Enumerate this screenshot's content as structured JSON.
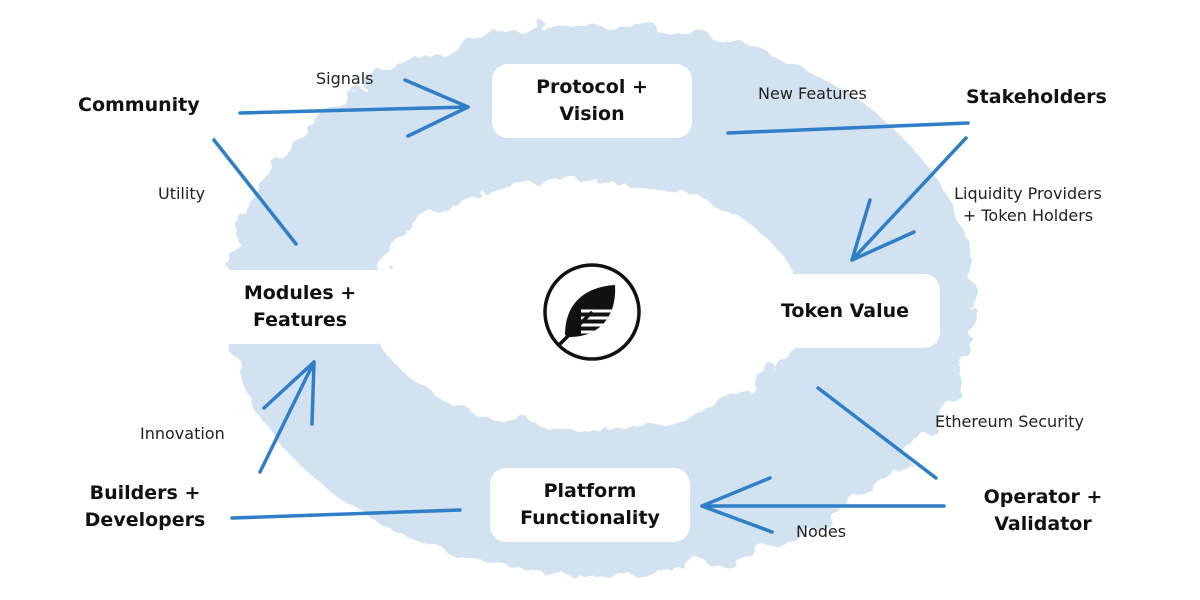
{
  "colors": {
    "arrow": "#2f7fc8",
    "cloud": "#d2e2f1",
    "text": "#111111"
  },
  "nodes": {
    "protocol_vision": {
      "lines": [
        "Protocol +",
        "Vision"
      ]
    },
    "token_value": {
      "lines": [
        "Token Value"
      ]
    },
    "platform_functionality": {
      "lines": [
        "Platform",
        "Functionality"
      ]
    },
    "modules_features": {
      "lines": [
        "Modules +",
        "Features"
      ]
    },
    "community": {
      "lines": [
        "Community"
      ]
    },
    "stakeholders": {
      "lines": [
        "Stakeholders"
      ]
    },
    "operator_validator": {
      "lines": [
        "Operator +",
        "Validator"
      ]
    },
    "builders_developers": {
      "lines": [
        "Builders +",
        "Developers"
      ]
    }
  },
  "edges": {
    "signals": {
      "lines": [
        "Signals"
      ]
    },
    "new_features": {
      "lines": [
        "New Features"
      ]
    },
    "liquidity": {
      "lines": [
        "Liquidity Providers",
        "+ Token Holders"
      ]
    },
    "ethereum_security": {
      "lines": [
        "Ethereum Security"
      ]
    },
    "nodes": {
      "lines": [
        "Nodes"
      ]
    },
    "innovation": {
      "lines": [
        "Innovation"
      ]
    },
    "utility": {
      "lines": [
        "Utility"
      ]
    }
  },
  "logo": {
    "icon": "leaf-logo-icon"
  }
}
